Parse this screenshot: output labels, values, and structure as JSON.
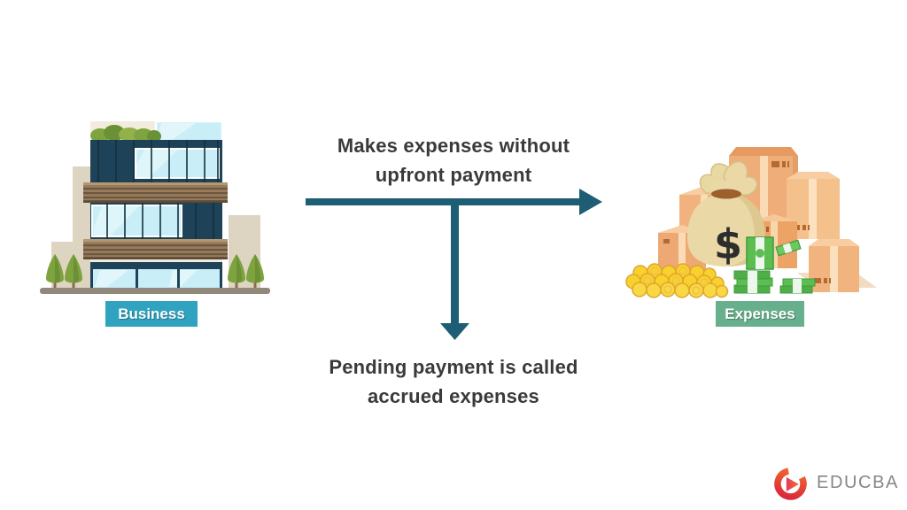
{
  "canvas": {
    "background": "#ffffff"
  },
  "diagram": {
    "title_implicit": "Accrued expenses flow",
    "top_label": {
      "line1": "Makes expenses without",
      "line2": "upfront payment"
    },
    "bottom_label": {
      "line1": "Pending payment is called",
      "line2": "accrued expenses"
    },
    "business_badge": {
      "label": "Business",
      "color": "#2fa3bf"
    },
    "expenses_badge": {
      "label": "Expenses",
      "color": "#68b08d"
    },
    "money_bag_symbol": "$",
    "colors": {
      "arrow": "#1d5e74",
      "label_text": "#3a3a3a",
      "building_navy": "#1e4257",
      "building_glass": "#c9eef7",
      "building_wood": "#977b5c",
      "box_tan": "#eda873",
      "coin_gold": "#f8d12e",
      "bill_green": "#5cbd51"
    },
    "icons": [
      "office-building-illustration",
      "boxes-money-illustration",
      "right-arrow-icon",
      "down-arrow-icon"
    ]
  },
  "branding": {
    "logo_text": "EDUCBA",
    "logo_text_color": "#85878a",
    "icon": "educba-play-icon",
    "icon_gradient_start": "#d81f3d",
    "icon_gradient_end": "#f4702c"
  }
}
